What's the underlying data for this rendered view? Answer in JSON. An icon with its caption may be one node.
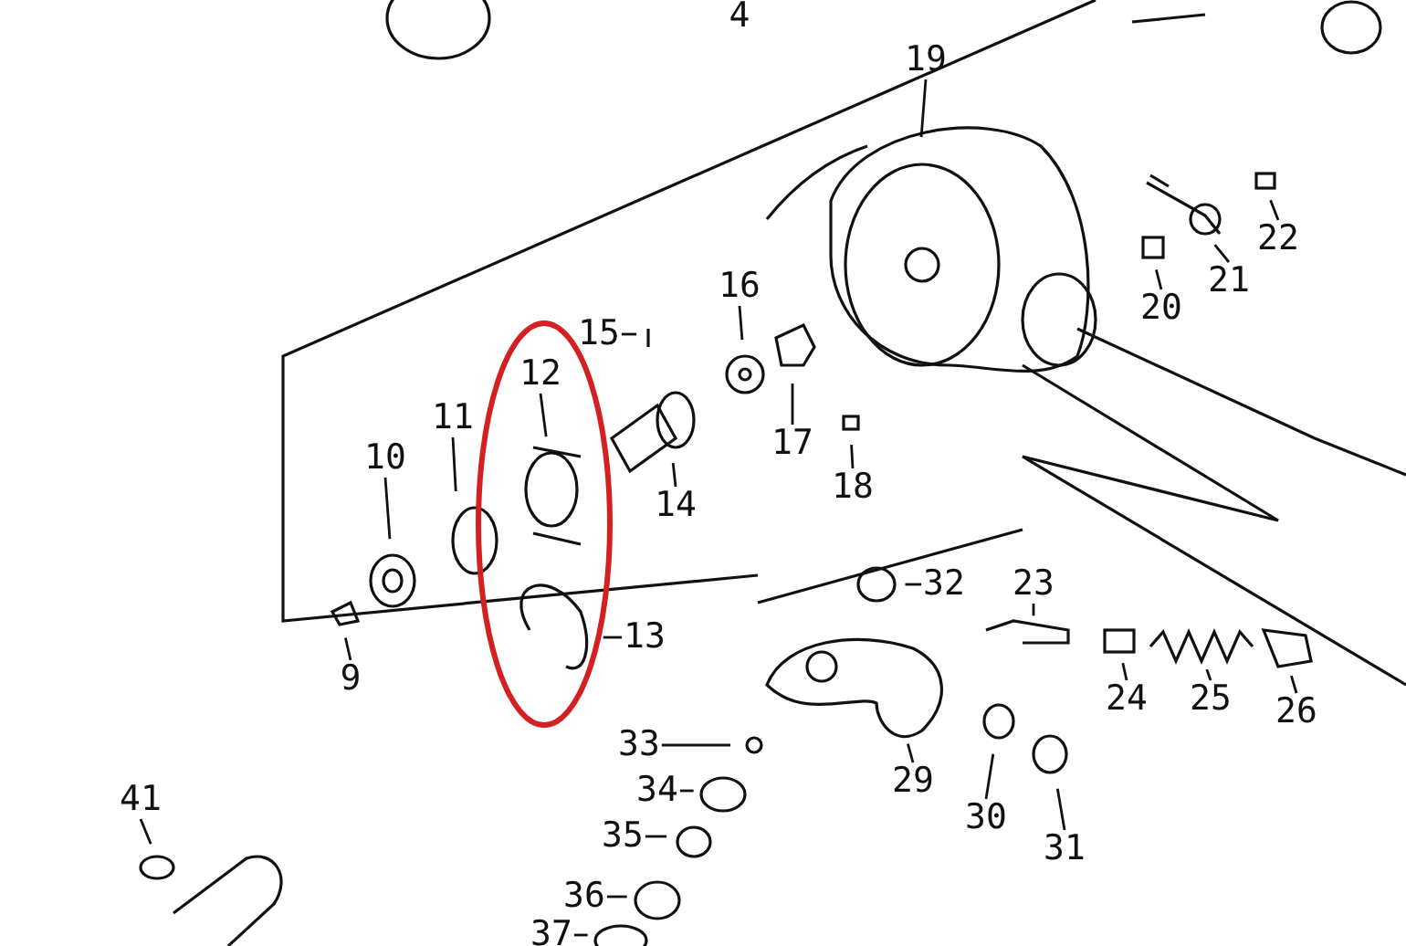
{
  "diagram": {
    "nodes": [
      {
        "text": [
          "4"
        ]
      },
      {
        "text": [
          "19"
        ]
      },
      {
        "text": [
          "22"
        ]
      },
      {
        "text": [
          "21"
        ]
      },
      {
        "text": [
          "20"
        ]
      },
      {
        "text": [
          "16"
        ]
      },
      {
        "text": [
          "15"
        ]
      },
      {
        "text": [
          "12"
        ]
      },
      {
        "text": [
          "11"
        ]
      },
      {
        "text": [
          "10"
        ]
      },
      {
        "text": [
          "17"
        ]
      },
      {
        "text": [
          "14"
        ]
      },
      {
        "text": [
          "18"
        ]
      },
      {
        "text": [
          "9"
        ]
      },
      {
        "text": [
          "13"
        ]
      },
      {
        "text": [
          "32"
        ]
      },
      {
        "text": [
          "23"
        ]
      },
      {
        "text": [
          "24"
        ]
      },
      {
        "text": [
          "25"
        ]
      },
      {
        "text": [
          "26"
        ]
      },
      {
        "text": [
          "29"
        ]
      },
      {
        "text": [
          "30"
        ]
      },
      {
        "text": [
          "31"
        ]
      },
      {
        "text": [
          "33"
        ]
      },
      {
        "text": [
          "34"
        ]
      },
      {
        "text": [
          "35"
        ]
      },
      {
        "text": [
          "36"
        ]
      },
      {
        "text": [
          "37"
        ]
      },
      {
        "text": [
          "41"
        ]
      }
    ],
    "edges": [
      {
        "from": 1,
        "to": null,
        "arrow": "none"
      },
      {
        "from": 2,
        "to": null,
        "arrow": "none"
      },
      {
        "from": 3,
        "to": null,
        "arrow": "none"
      },
      {
        "from": 4,
        "to": null,
        "arrow": "none"
      },
      {
        "from": 5,
        "to": null,
        "arrow": "none"
      },
      {
        "from": 6,
        "to": null,
        "arrow": "none"
      },
      {
        "from": 7,
        "to": null,
        "arrow": "none"
      },
      {
        "from": 8,
        "to": null,
        "arrow": "none"
      },
      {
        "from": 9,
        "to": null,
        "arrow": "none"
      },
      {
        "from": 10,
        "to": null,
        "arrow": "none"
      },
      {
        "from": 11,
        "to": null,
        "arrow": "none"
      },
      {
        "from": 12,
        "to": null,
        "arrow": "none"
      },
      {
        "from": 13,
        "to": null,
        "arrow": "none"
      },
      {
        "from": 14,
        "to": null,
        "arrow": "none"
      },
      {
        "from": 15,
        "to": null,
        "arrow": "none"
      },
      {
        "from": 16,
        "to": null,
        "arrow": "none"
      },
      {
        "from": 17,
        "to": null,
        "arrow": "none"
      },
      {
        "from": 18,
        "to": null,
        "arrow": "none"
      },
      {
        "from": 19,
        "to": null,
        "arrow": "none"
      },
      {
        "from": 20,
        "to": null,
        "arrow": "none"
      },
      {
        "from": 21,
        "to": null,
        "arrow": "none"
      },
      {
        "from": 22,
        "to": null,
        "arrow": "none"
      },
      {
        "from": 23,
        "to": null,
        "arrow": "none"
      },
      {
        "from": 24,
        "to": null,
        "arrow": "none"
      },
      {
        "from": 25,
        "to": null,
        "arrow": "none"
      },
      {
        "from": 26,
        "to": null,
        "arrow": "none"
      },
      {
        "from": 27,
        "to": null,
        "arrow": "none"
      },
      {
        "from": 28,
        "to": null,
        "arrow": "none"
      }
    ]
  }
}
